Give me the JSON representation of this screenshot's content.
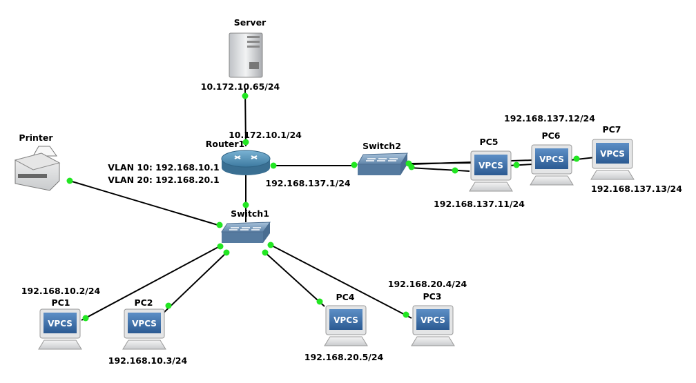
{
  "nodes": {
    "server": {
      "name": "Server",
      "ip": "10.172.10.65/24"
    },
    "router1": {
      "name": "Router1",
      "ip_top": "10.172.10.1/24",
      "ip_right": "192.168.137.1/24",
      "vlan10": "VLAN 10: 192.168.10.1",
      "vlan20": "VLAN 20: 192.168.20.1"
    },
    "printer": {
      "name": "Printer"
    },
    "switch1": {
      "name": "Switch1"
    },
    "switch2": {
      "name": "Switch2"
    },
    "pc1": {
      "name": "PC1",
      "ip": "192.168.10.2/24"
    },
    "pc2": {
      "name": "PC2",
      "ip": "192.168.10.3/24"
    },
    "pc3": {
      "name": "PC3",
      "ip": "192.168.20.4/24"
    },
    "pc4": {
      "name": "PC4",
      "ip": "192.168.20.5/24"
    },
    "pc5": {
      "name": "PC5",
      "ip": "192.168.137.11/24"
    },
    "pc6": {
      "name": "PC6",
      "ip": "192.168.137.12/24"
    },
    "pc7": {
      "name": "PC7",
      "ip": "192.168.137.13/24"
    }
  },
  "vpcs_label": "VPCS",
  "colors": {
    "link_dot": "#22e622",
    "screen": "#3d6fa8",
    "router": "#4f8fb3",
    "switch": "#7e9fbd"
  }
}
